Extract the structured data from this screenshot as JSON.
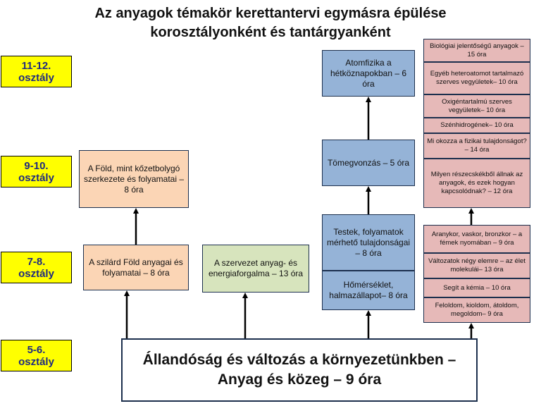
{
  "title": {
    "line1": "Az anyagok témakör kerettantervi egymásra épülése",
    "line2": "korosztályonként és tantárgyanként"
  },
  "grades": [
    {
      "line1": "11-12.",
      "line2": "osztály"
    },
    {
      "line1": "9-10.",
      "line2": "osztály"
    },
    {
      "line1": "7-8.",
      "line2": "osztály"
    },
    {
      "line1": "5-6.",
      "line2": "osztály"
    }
  ],
  "main": {
    "line1": "Állandóság és változás a környezetünkben –",
    "line2": "Anyag és közeg – 9 óra"
  },
  "earth": {
    "grade78": "A szilárd Föld anyagai és folyamatai – 8 óra",
    "grade910": "A Föld, mint kőzetbolygó szerkezete és folyamatai – 8 óra"
  },
  "biology": {
    "grade78": "A szervezet anyag- és energiaforgalma – 13 óra"
  },
  "physics": {
    "testek": "Testek, folyamatok mérhető tulajdonságai – 8 óra",
    "homerseklet": "Hőmérséklet, halmazállapot– 8 óra",
    "tomegvonzas": "Tömegvonzás – 5 óra",
    "atomfizika": "Atomfizika a hétköznapokban – 6 óra"
  },
  "chemistry": {
    "upper": [
      "Biológiai jelentőségű anyagok – 15 óra",
      "Egyéb heteroatomot tartalmazó szerves vegyületek– 10 óra",
      "Oxigéntartalmú szerves vegyületek– 10 óra",
      "Szénhidrogének– 10 óra",
      "Mi okozza a fizikai tulajdonságot? – 14 óra",
      "Milyen részecskékből állnak az anyagok, és ezek hogyan kapcsolódnak? – 12 óra"
    ],
    "lower": [
      "Aranykor, vaskor, bronzkor – a fémek nyomában – 9 óra",
      "Változatok négy elemre – az élet molekulái– 13 óra",
      "Segít a kémia – 10 óra",
      "Feloldom, kioldom, átoldom, megoldom– 9 óra"
    ]
  },
  "colors": {
    "grade_bg": "#ffff00",
    "earth_bg": "#fbd5b5",
    "biology_bg": "#d7e4bd",
    "physics_bg": "#95b3d7",
    "chemistry_bg": "#e6b9b8"
  }
}
